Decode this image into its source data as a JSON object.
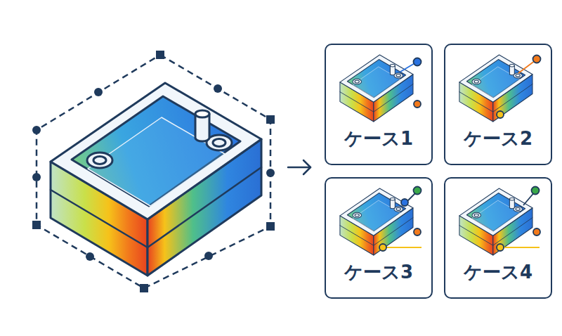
{
  "diagram": {
    "nodes": [
      {
        "text": [
          "ケース1"
        ]
      },
      {
        "text": [
          "ケース2"
        ]
      },
      {
        "text": [
          "ケース3"
        ]
      },
      {
        "text": [
          "ケース4"
        ]
      }
    ]
  }
}
